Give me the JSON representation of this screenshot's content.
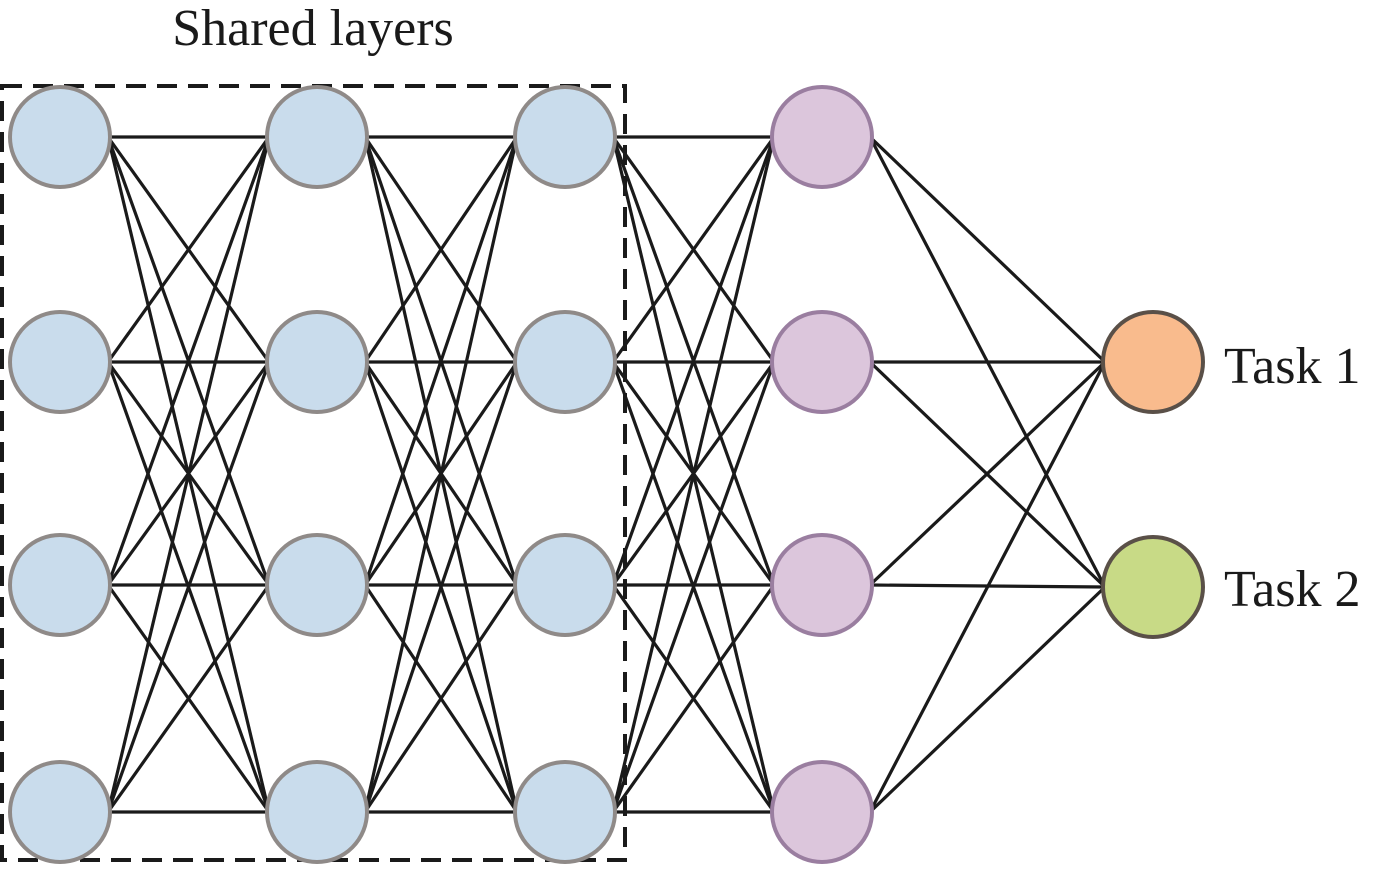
{
  "title": "Shared layers",
  "colors": {
    "shared_fill": "#c9dcec",
    "shared_stroke": "#8f8a88",
    "task_layer_fill": "#dcc6dc",
    "task_layer_stroke": "#9a7ea0",
    "task1_fill": "#f9bb8d",
    "task2_fill": "#c8da86",
    "output_stroke": "#5a5048",
    "edge": "#1a1a1a",
    "dashed_box": "#1a1a1a"
  },
  "layers": [
    {
      "name": "shared-layer-1",
      "nodes": 4,
      "group": "shared"
    },
    {
      "name": "shared-layer-2",
      "nodes": 4,
      "group": "shared"
    },
    {
      "name": "shared-layer-3",
      "nodes": 4,
      "group": "shared"
    },
    {
      "name": "task-specific-layer",
      "nodes": 4,
      "group": "task"
    },
    {
      "name": "output-layer",
      "nodes": 2,
      "group": "output"
    }
  ],
  "outputs": [
    {
      "label": "Task 1",
      "color_key": "task1_fill"
    },
    {
      "label": "Task 2",
      "color_key": "task2_fill"
    }
  ]
}
